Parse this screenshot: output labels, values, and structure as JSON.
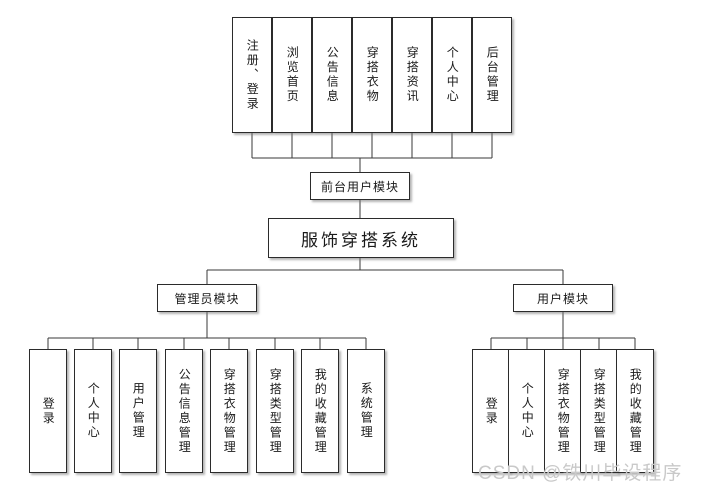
{
  "diagram": {
    "type": "org-chart",
    "title": "服饰穿搭系统",
    "root": {
      "label": "服饰穿搭系统"
    },
    "frontend_group": {
      "label": "前台用户模块"
    },
    "frontend_items": [
      {
        "label": "注册、登录"
      },
      {
        "label": "浏览首页"
      },
      {
        "label": "公告信息"
      },
      {
        "label": "穿搭衣物"
      },
      {
        "label": "穿搭资讯"
      },
      {
        "label": "个人中心"
      },
      {
        "label": "后台管理"
      }
    ],
    "admin_group": {
      "label": "管理员模块"
    },
    "admin_items": [
      {
        "label": "登录"
      },
      {
        "label": "个人中心"
      },
      {
        "label": "用户管理"
      },
      {
        "label": "公告信息管理"
      },
      {
        "label": "穿搭衣物管理"
      },
      {
        "label": "穿搭类型管理"
      },
      {
        "label": "我的收藏管理"
      },
      {
        "label": "系统管理"
      }
    ],
    "user_group": {
      "label": "用户模块"
    },
    "user_items": [
      {
        "label": "登录"
      },
      {
        "label": "个人中心"
      },
      {
        "label": "穿搭衣物管理"
      },
      {
        "label": "穿搭类型管理"
      },
      {
        "label": "我的收藏管理"
      }
    ],
    "watermark": "CSDN @铁川毕设程序",
    "colors": {
      "background": "#ffffff",
      "border": "#2b2b2b",
      "text": "#1a1a1a",
      "line": "#3a3a3a",
      "watermark": "#c9c9c9"
    }
  }
}
